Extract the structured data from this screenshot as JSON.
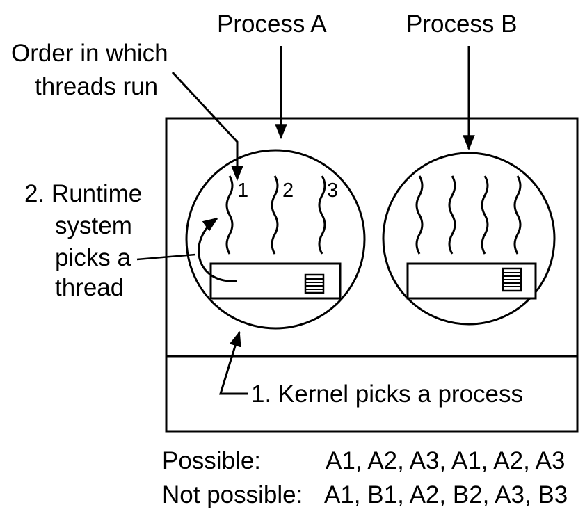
{
  "labels": {
    "process_a": "Process A",
    "process_b": "Process B",
    "order_line1": "Order in which",
    "order_line2": "threads run",
    "runtime_line1": "2. Runtime",
    "runtime_line2": "system",
    "runtime_line3": "picks a",
    "runtime_line4": "thread",
    "kernel": "1. Kernel picks a process"
  },
  "thread_numbers": [
    "1",
    "2",
    "3"
  ],
  "sequences": {
    "possible_label": "Possible:",
    "possible_value": "A1, A2, A3, A1, A2, A3",
    "not_possible_label": "Not possible:",
    "not_possible_value": "A1, B1, A2, B2, A3, B3"
  }
}
